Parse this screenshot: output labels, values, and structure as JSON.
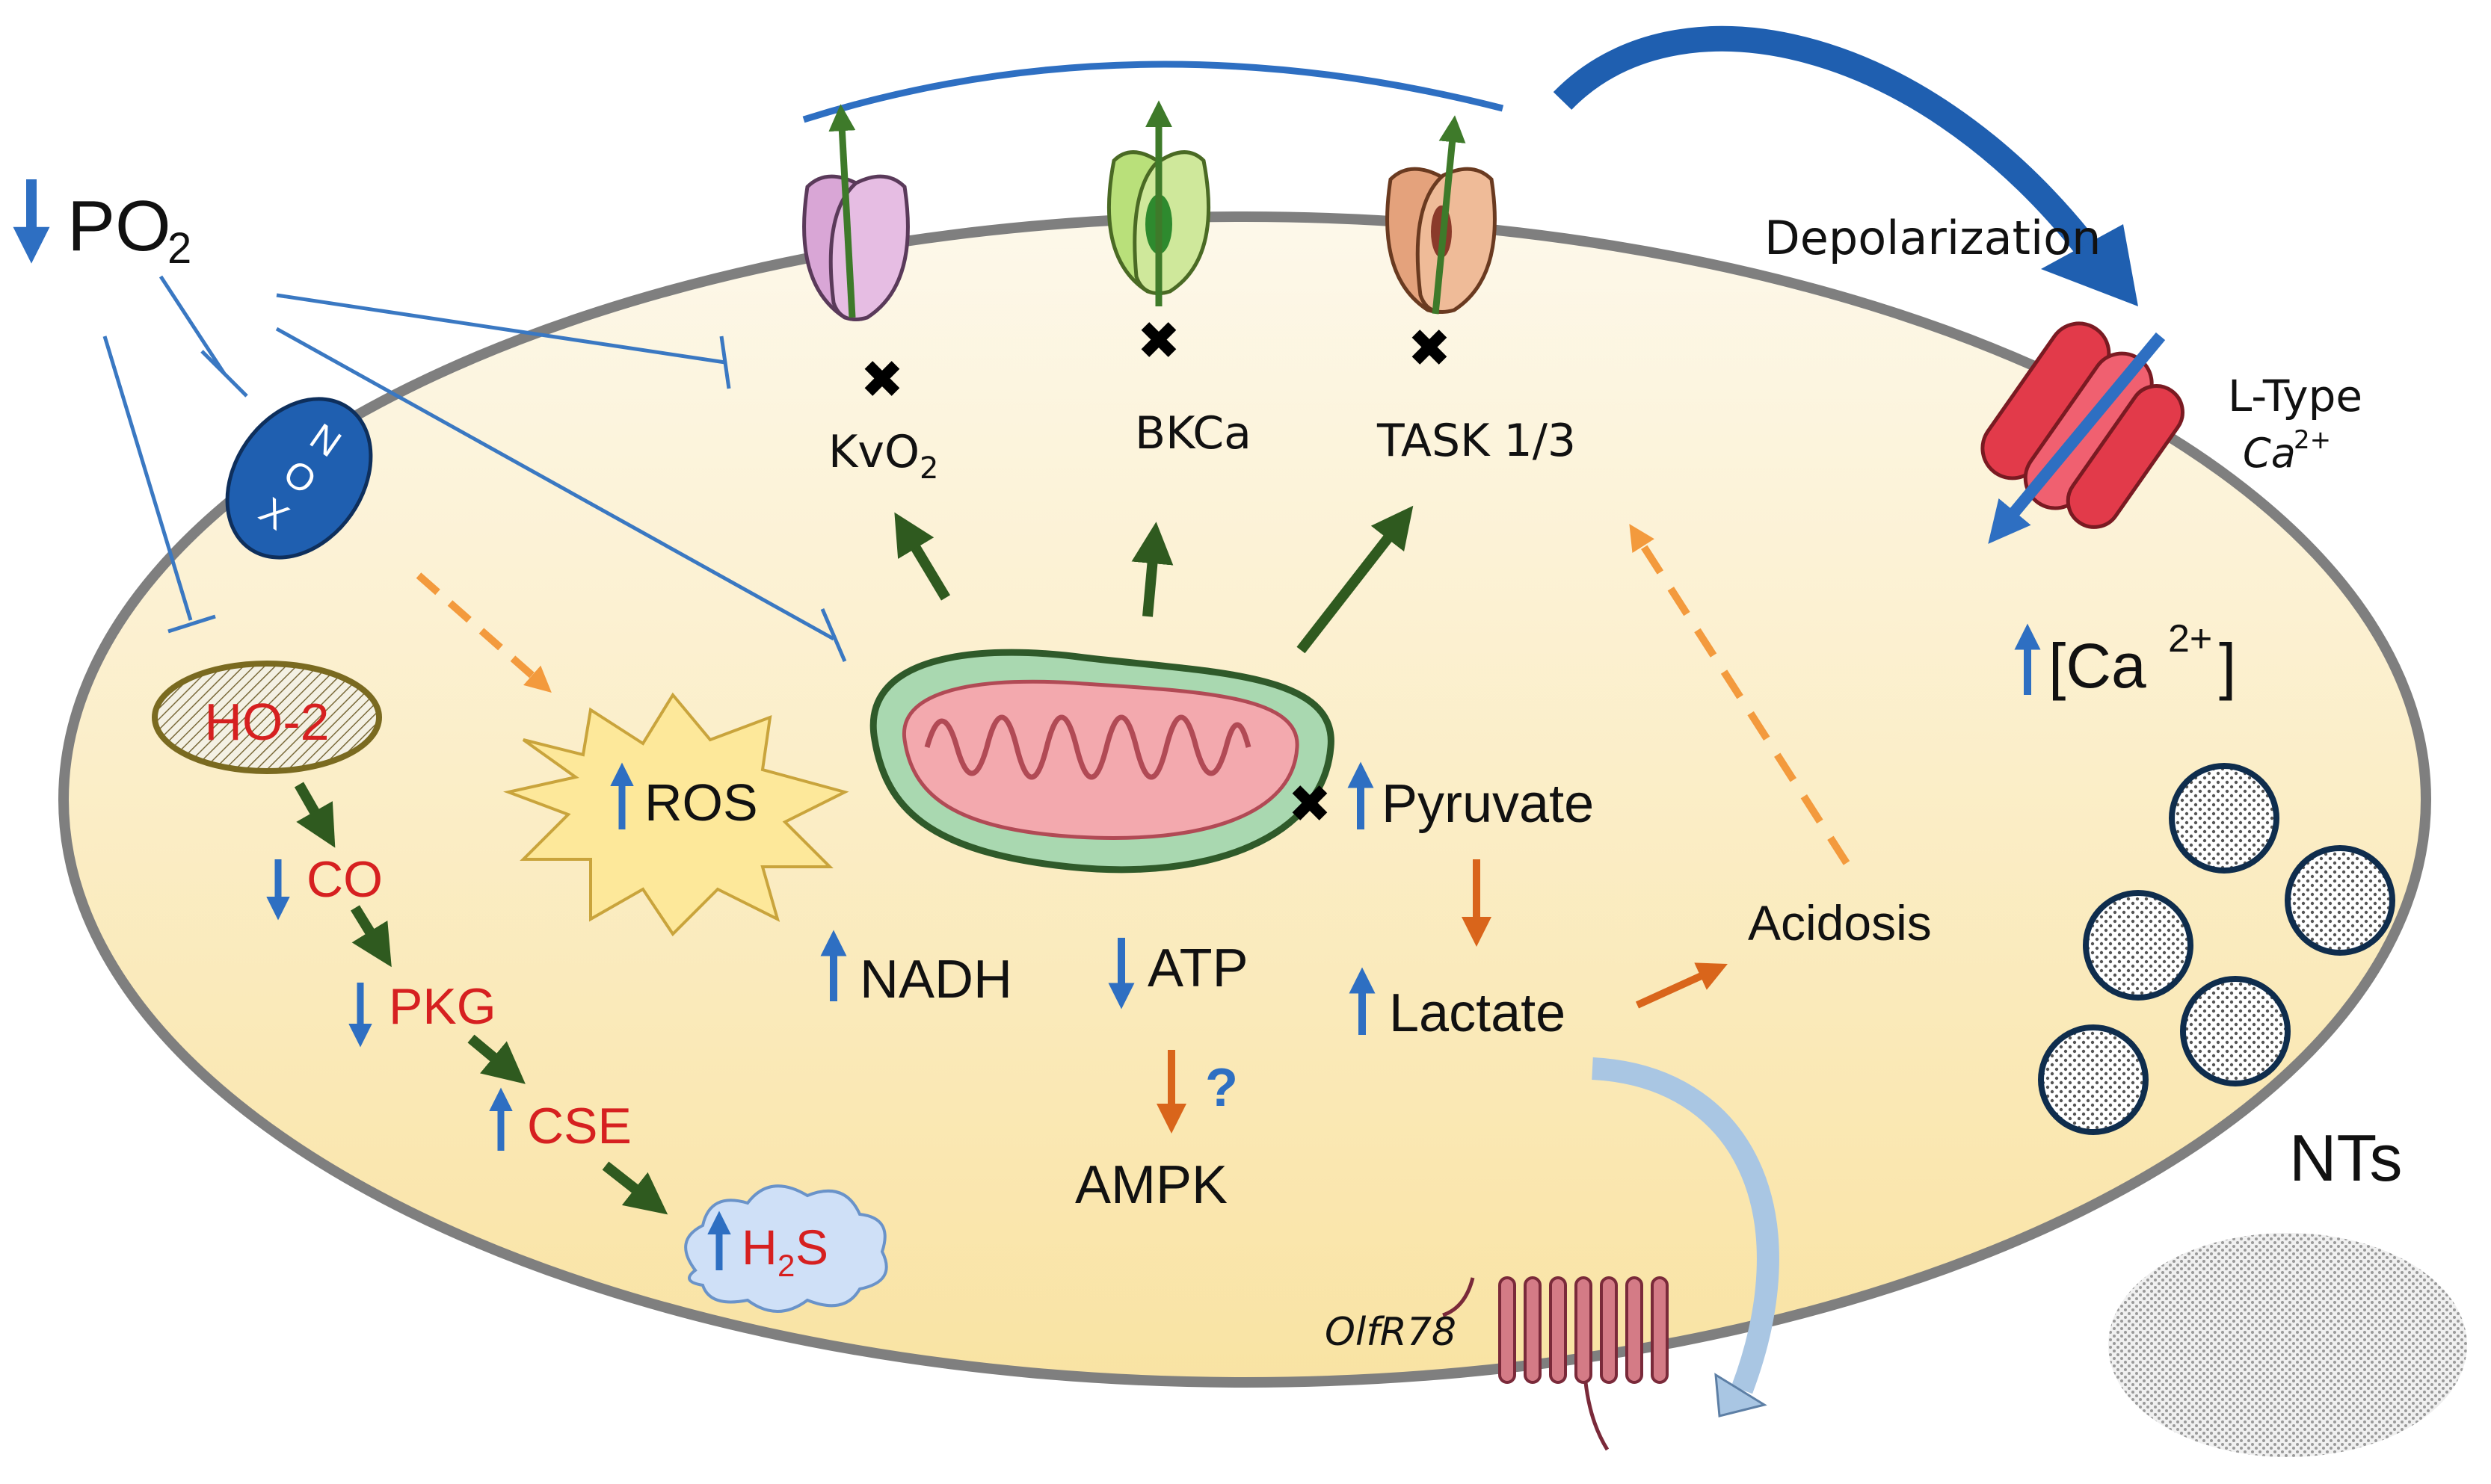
{
  "labels": {
    "po2": "PO",
    "po2_sub": "2",
    "nox_n": "N",
    "nox_o": "O",
    "nox_x": "X",
    "ho2": "HO-2",
    "co": "CO",
    "pkg": "PKG",
    "cse": "CSE",
    "h2s_h": "H",
    "h2s_sub": "2",
    "h2s_s": "S",
    "ros": "ROS",
    "kvo2": "KvO",
    "kvo2_sub": "2",
    "bkca": "BKCa",
    "task": "TASK 1/3",
    "depolarization": "Depolarization",
    "ltype_line1": "L-Type",
    "ltype_line2": "Ca",
    "ltype_sup": "2+",
    "ca_conc_open": "[Ca",
    "ca_conc_sup": "2+",
    "ca_conc_close": "]",
    "pyruvate": "Pyruvate",
    "lactate": "Lactate",
    "acidosis": "Acidosis",
    "nadh": "NADH",
    "atp": "ATP",
    "question": "?",
    "ampk": "AMPK",
    "olfr78": "OlfR78",
    "nts": "NTs"
  },
  "colors": {
    "cell_fill_top": "#fdf8ea",
    "cell_fill_bottom": "#f9e3a3",
    "cell_border": "#7f7f7f",
    "inhibit_line": "#3a78c2",
    "activate_arrow": "#2f5a1f",
    "dashed_arrow": "#f39a3d",
    "orange_arrow": "#d9651b",
    "red_text": "#d62020",
    "blue_arrow": "#2e6fc2",
    "nox_fill": "#1f5fb0",
    "kvo2_channel": "#d9a6d6",
    "bkca_channel": "#b9e07a",
    "task_channel": "#e4a27c",
    "ltype_channel": "#e23a4a",
    "mito_outer": "#a9d8b0",
    "mito_inner": "#f3a9ae",
    "vesicle_stroke": "#0f2d4d",
    "receptor": "#d47b86"
  }
}
